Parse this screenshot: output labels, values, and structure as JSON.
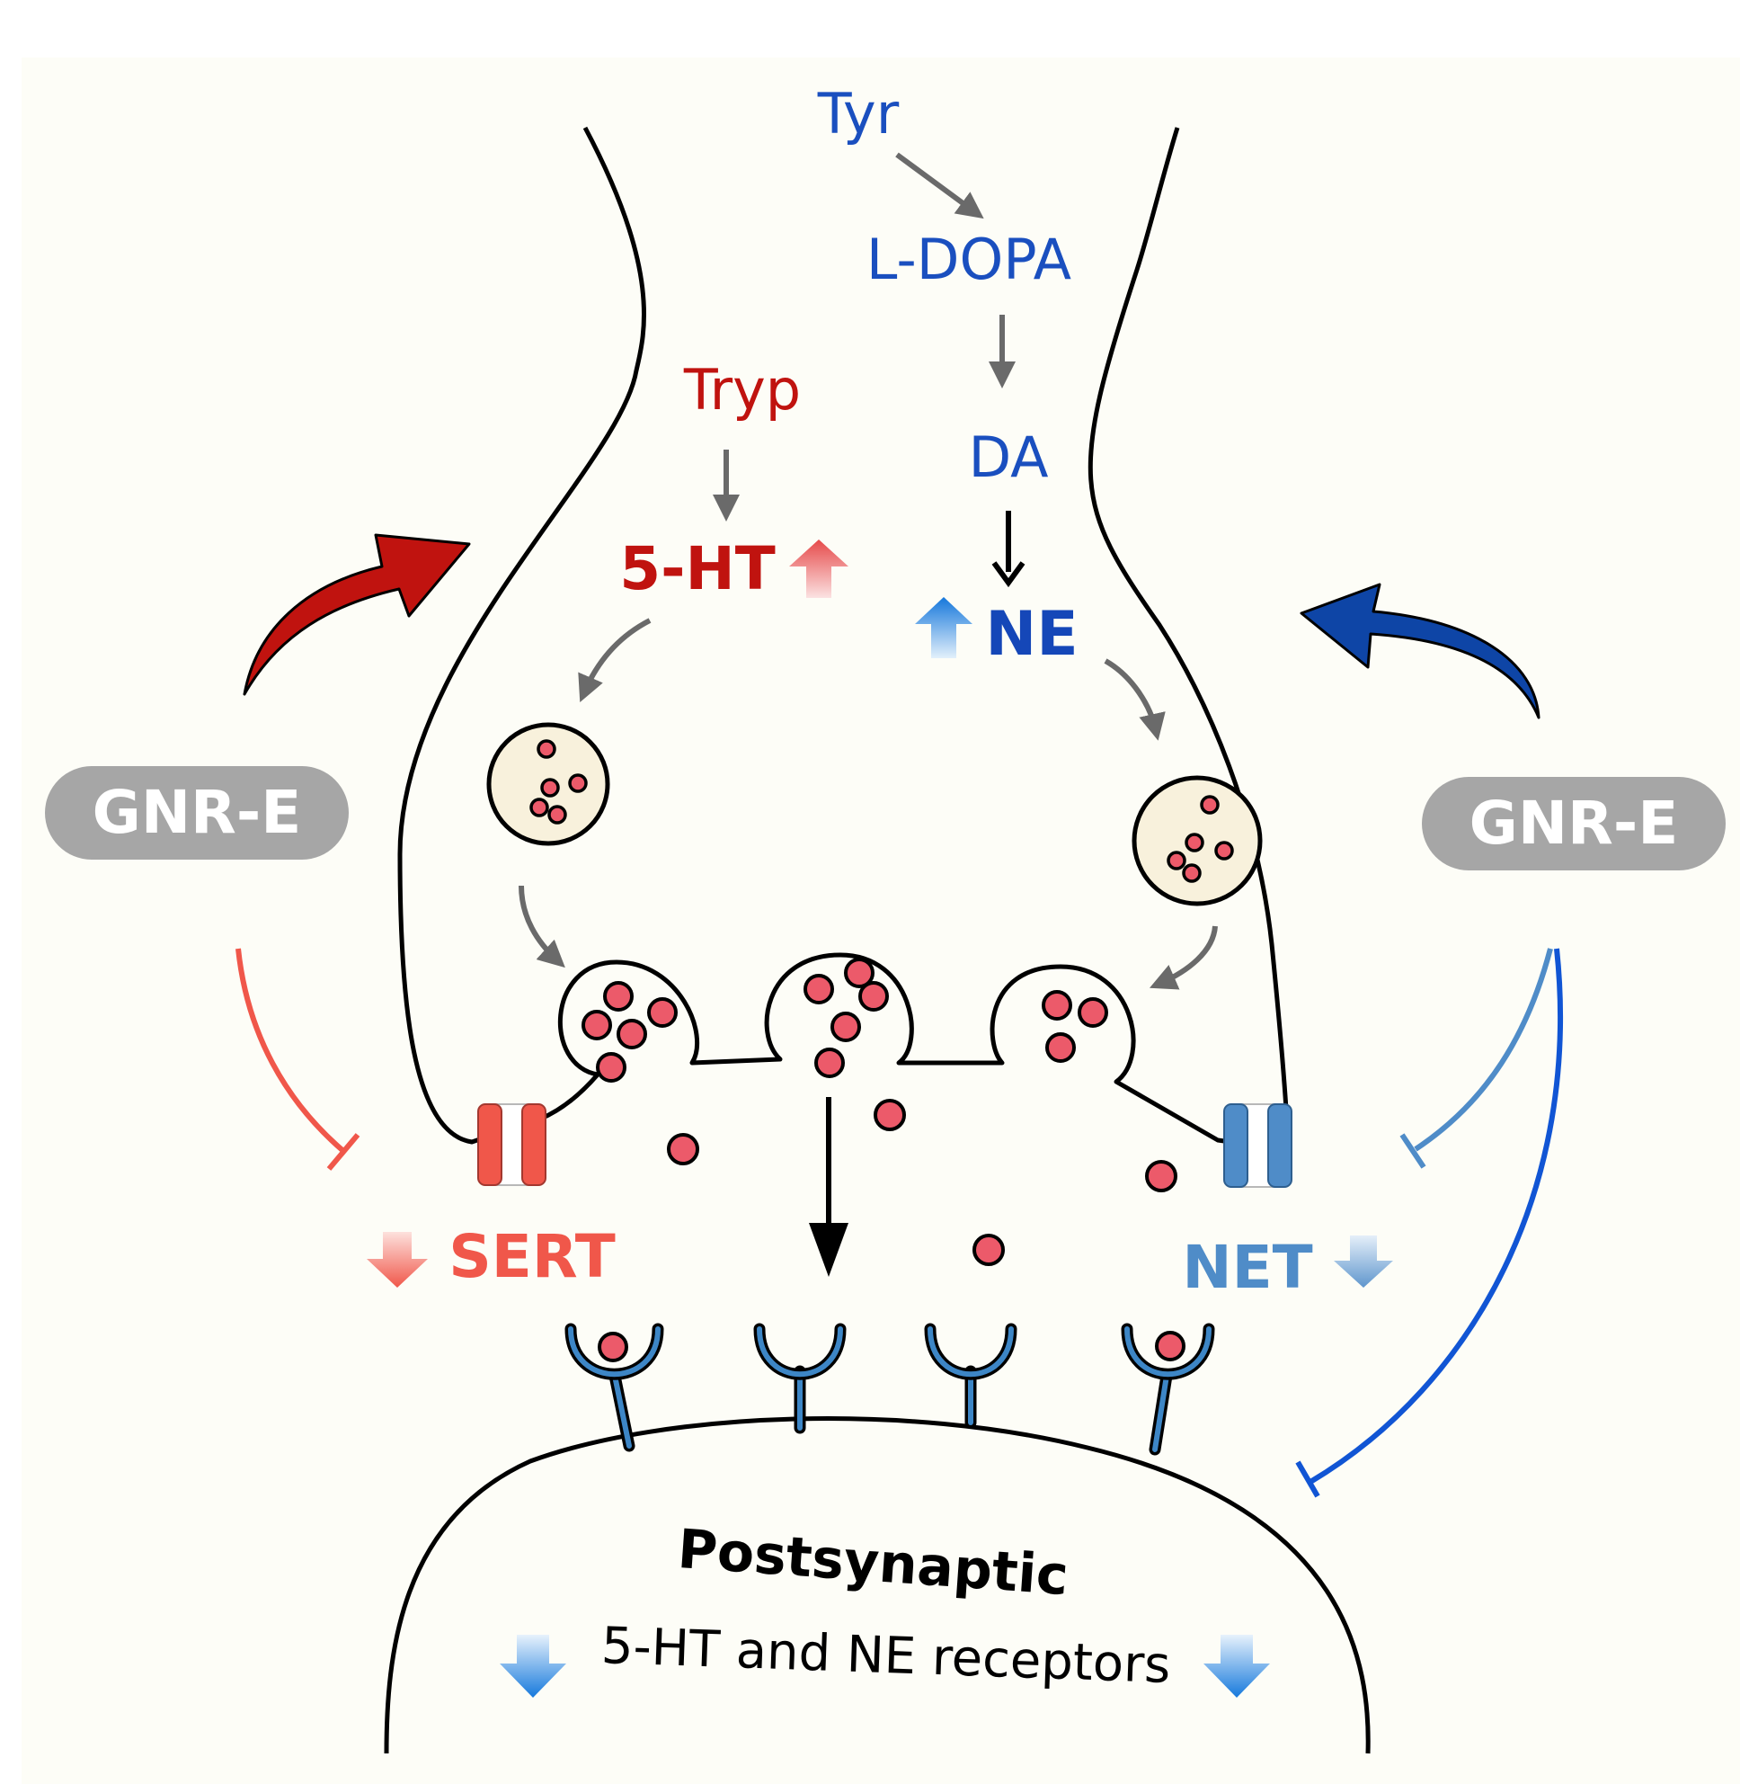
{
  "labels": {
    "tyr": "Tyr",
    "ldopa": "L-DOPA",
    "da": "DA",
    "tryp": "Tryp",
    "serotonin": "5-HT",
    "ne": "NE",
    "gnr_left": "GNR-E",
    "gnr_right": "GNR-E",
    "sert": "SERT",
    "net": "NET",
    "postsynaptic": "Postsynaptic",
    "receptors": "5-HT and NE receptors"
  },
  "colors": {
    "background": "#fdfdf7",
    "serotonin_red": "#c0130f",
    "sert_salmon": "#f0574a",
    "catechol_blue": "#1a4fbf",
    "net_blue": "#4f8cc8",
    "inhibit_blue": "#1155d4",
    "receptor_blue": "#3d86c6",
    "gnr_gray": "#a6a6a6",
    "vesicle_fill": "#f8f1dc",
    "neurotransmitter": "#ec5a6a",
    "arrow_gray": "#6a6a6a"
  }
}
